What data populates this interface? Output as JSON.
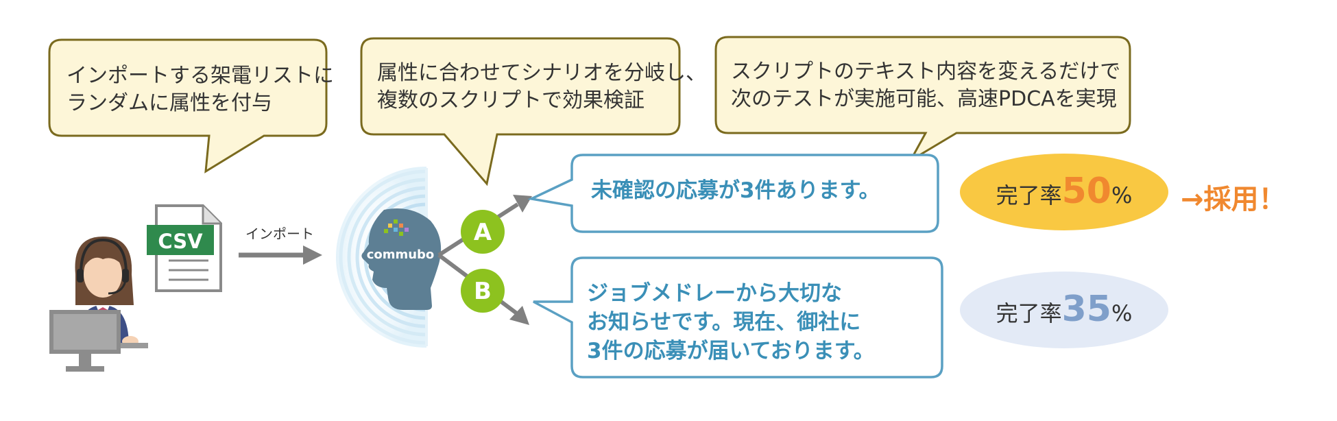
{
  "callouts": {
    "left": [
      "インポートする架電リストに",
      "ランダムに属性を付与"
    ],
    "middle": [
      "属性に合わせてシナリオを分岐し、",
      "複数のスクリプトで効果検証"
    ],
    "right": [
      "スクリプトのテキスト内容を変えるだけで",
      "次のテストが実施可能、高速PDCAを実現"
    ]
  },
  "file_icon_label": "CSV",
  "import_label": "インポート",
  "logo_text": "commubo",
  "branches": {
    "a": {
      "label": "A",
      "message": [
        "未確認の応募が3件あります。"
      ],
      "rate_label": "完了率",
      "rate_value": "50",
      "rate_unit": "%",
      "result": "→採用！"
    },
    "b": {
      "label": "B",
      "message": [
        "ジョブメドレーから大切な",
        "お知らせです。現在、御社に",
        "3件の応募が届いております。"
      ],
      "rate_label": "完了率",
      "rate_value": "35",
      "rate_unit": "%"
    }
  },
  "colors": {
    "callout_fill": "#fdf6d8",
    "callout_stroke": "#7a6a1e",
    "speech_stroke": "#5aa0c3",
    "speech_text": "#3a8fb7",
    "green": "#8dc21f",
    "rate_a_bg": "#f9c842",
    "rate_a_value": "#f0882f",
    "rate_b_bg": "#e3eaf6",
    "rate_b_value": "#7f9fca",
    "head": "#5d7f94",
    "arrow_gray": "#808080"
  }
}
